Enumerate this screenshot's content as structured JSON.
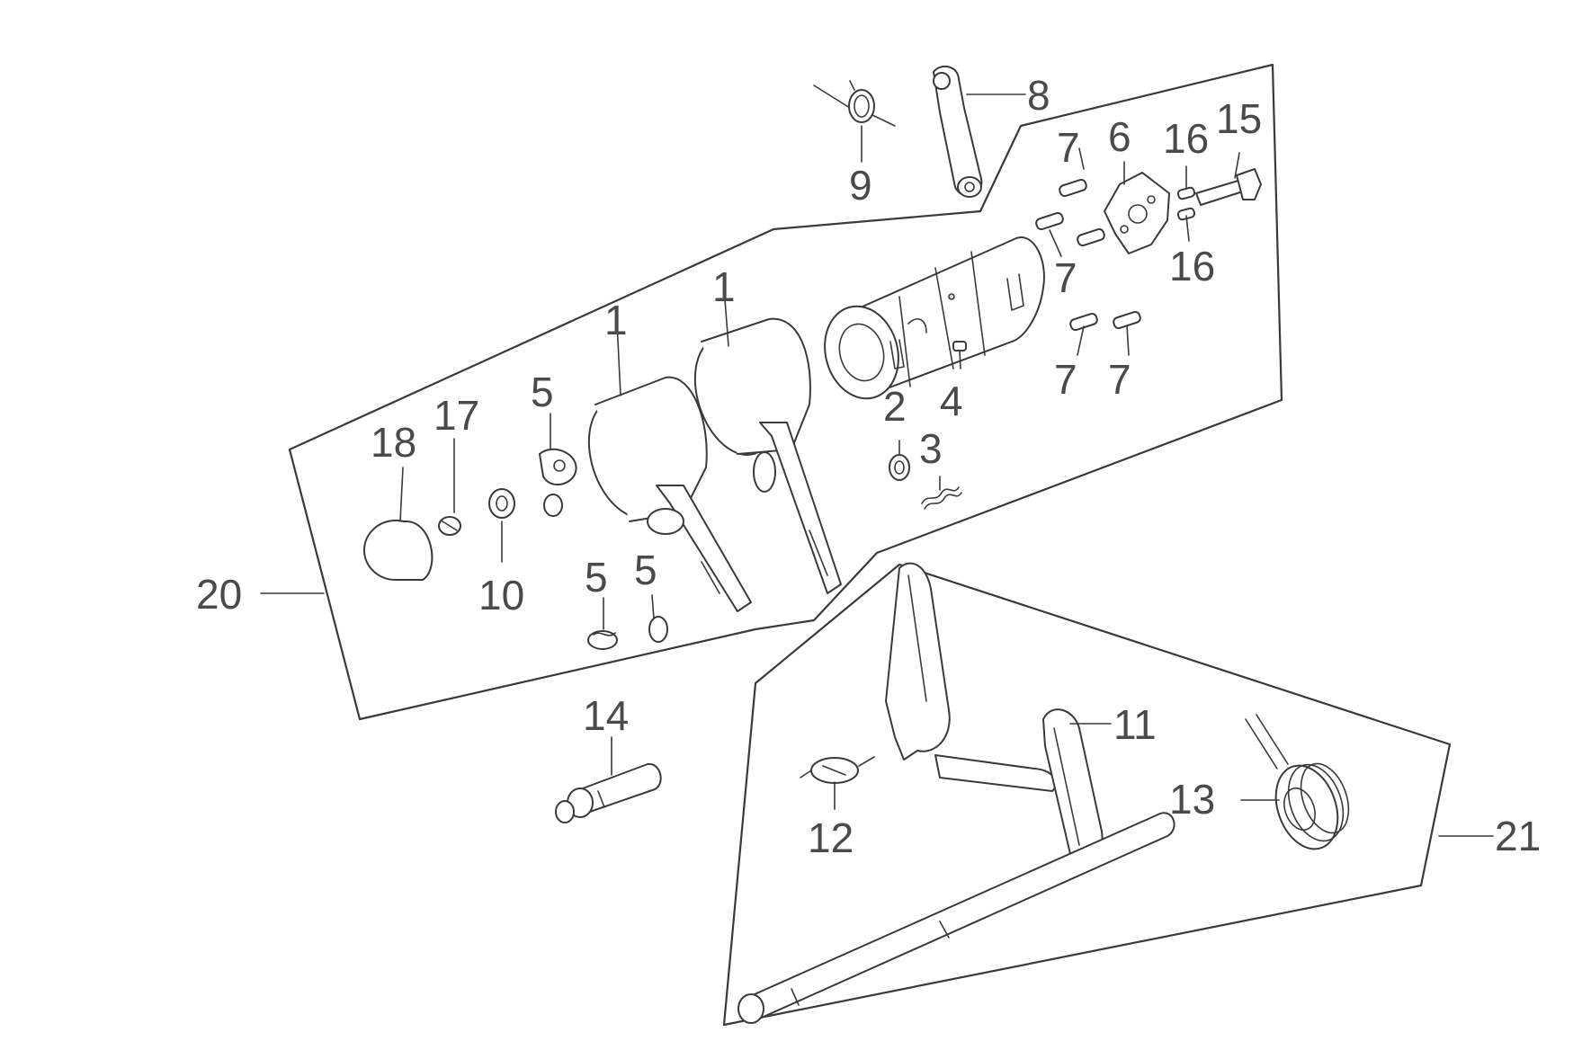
{
  "diagram": {
    "callouts": {
      "p1a": "1",
      "p1b": "1",
      "p2": "2",
      "p3": "3",
      "p4": "4",
      "p5a": "5",
      "p5b": "5",
      "p5c": "5",
      "p6": "6",
      "p7a": "7",
      "p7b": "7",
      "p7c": "7",
      "p7d": "7",
      "p8": "8",
      "p9": "9",
      "p10": "10",
      "p11": "11",
      "p12": "12",
      "p13": "13",
      "p14": "14",
      "p15": "15",
      "p16a": "16",
      "p16b": "16",
      "p17": "17",
      "p18": "18",
      "p20": "20",
      "p21": "21"
    }
  }
}
